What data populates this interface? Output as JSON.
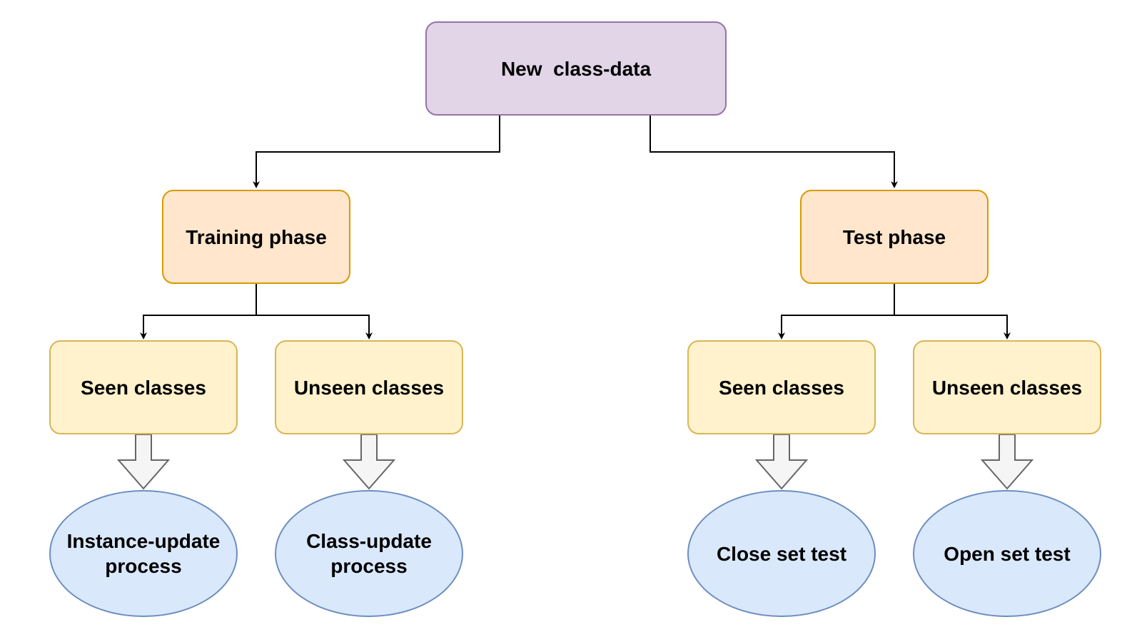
{
  "root": {
    "label": "New  class-data"
  },
  "training": {
    "label": "Training phase",
    "seen": {
      "label": "Seen classes",
      "process": "Instance-update\nprocess"
    },
    "unseen": {
      "label": "Unseen classes",
      "process": "Class-update\nprocess"
    }
  },
  "test": {
    "label": "Test phase",
    "seen": {
      "label": "Seen classes",
      "process": "Close set test"
    },
    "unseen": {
      "label": "Unseen classes",
      "process": "Open set test"
    }
  },
  "colors": {
    "root_fill": "#e1d5e7",
    "root_stroke": "#9673a6",
    "phase_fill": "#ffe6cc",
    "phase_stroke": "#d79b00",
    "class_fill": "#fff2cc",
    "class_stroke": "#d6b656",
    "process_fill": "#dae8fc",
    "process_stroke": "#6c8ebf",
    "block_arrow_fill": "#f5f5f5",
    "block_arrow_stroke": "#666666",
    "connector": "#000000"
  }
}
